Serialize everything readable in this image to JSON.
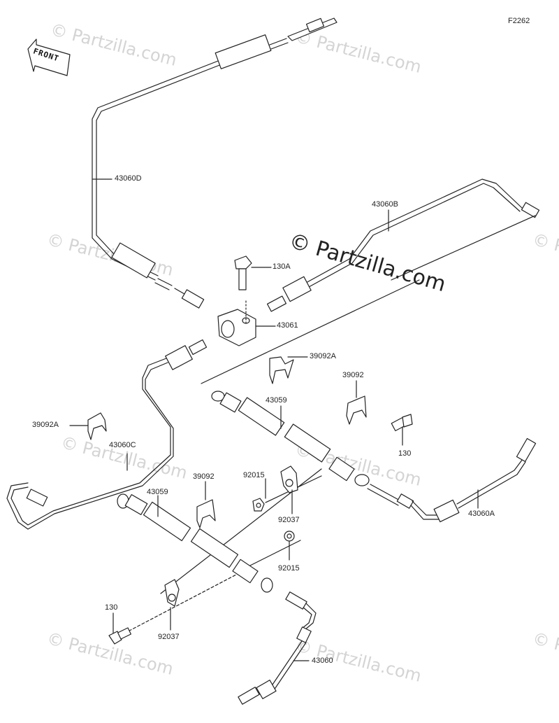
{
  "figure_code": "F2262",
  "watermark_main": "© Partzilla.com",
  "watermark_small": "© Partzilla.com",
  "front_label": "FRONT",
  "parts": {
    "p43060D": "43060D",
    "p43060B": "43060B",
    "p130A": "130A",
    "p43061": "43061",
    "p39092A_right": "39092A",
    "p39092_right": "39092",
    "p43059_right": "43059",
    "p130_right": "130",
    "p39092A_left": "39092A",
    "p43060C": "43060C",
    "p92015_top": "92015",
    "p39092_left": "39092",
    "p43059_left": "43059",
    "p92037_top": "92037",
    "p43060A": "43060A",
    "p92015_bottom": "92015",
    "p130_left": "130",
    "p92037_bottom": "92037",
    "p43060": "43060"
  }
}
